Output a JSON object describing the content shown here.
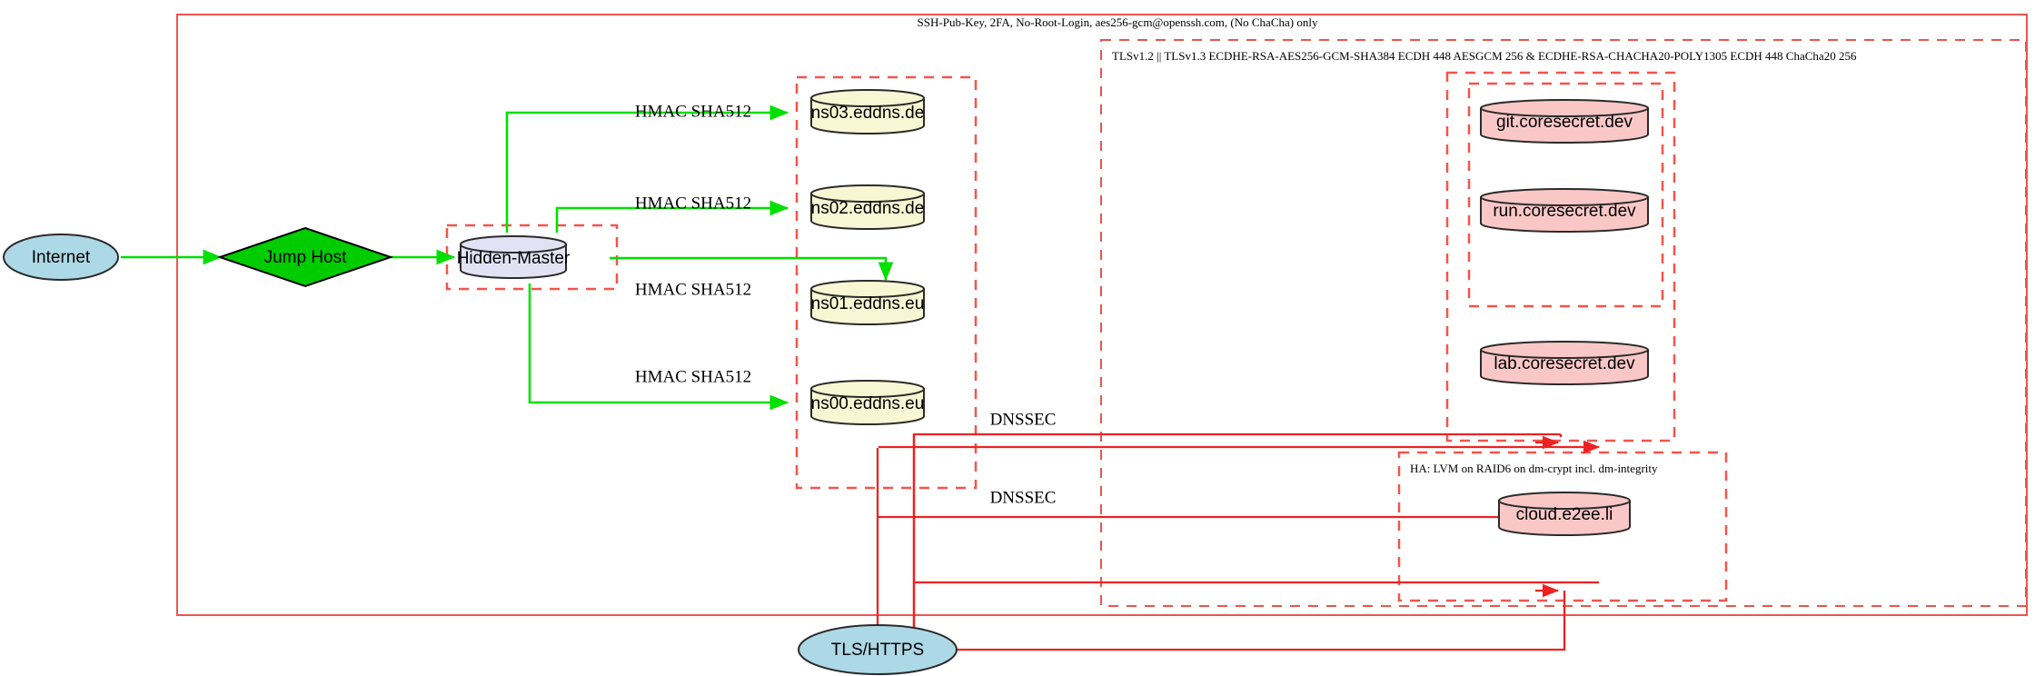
{
  "diagram": {
    "title_note": "Network / infrastructure topology diagram",
    "clusters": [
      {
        "id": "ssh",
        "label": "SSH-Pub-Key, 2FA, No-Root-Login, aes256-gcm@openssh.com, (No ChaCha) only",
        "color": "#ef5350",
        "style": "solid"
      },
      {
        "id": "tls",
        "label": "TLSv1.2 || TLSv1.3 ECDHE-RSA-AES256-GCM-SHA384 ECDH 448 AESGCM 256 & ECDHE-RSA-CHACHA20-POLY1305 ECDH 448 ChaCha20 256",
        "color": "#e8554d",
        "style": "dashed"
      },
      {
        "id": "ha",
        "label": "HA: LVM on RAID6 on dm-crypt incl. dm-integrity",
        "color": "#e8554d",
        "style": "dashed"
      },
      {
        "id": "dns",
        "label": "",
        "color": "#f4544c",
        "style": "dashed"
      },
      {
        "id": "hidden",
        "label": "",
        "color": "#f4544c",
        "style": "dashed"
      },
      {
        "id": "coresecret",
        "label": "",
        "color": "#f4544c",
        "style": "dashed"
      },
      {
        "id": "git-inner",
        "label": "",
        "color": "#f4544c",
        "style": "dashed"
      },
      {
        "id": "cloud-inner",
        "label": "",
        "color": "#f4544c",
        "style": "dashed"
      }
    ],
    "nodes": [
      {
        "id": "internet",
        "label": "Internet",
        "shape": "ellipse",
        "fill": "#add8e6"
      },
      {
        "id": "jumphost",
        "label": "Jump Host",
        "shape": "diamond",
        "fill": "#00cc00"
      },
      {
        "id": "hidden",
        "label": "Hidden-Master",
        "shape": "cylinder",
        "fill": "#e2e2f4"
      },
      {
        "id": "ns03",
        "label": "ns03.eddns.de",
        "shape": "cylinder",
        "fill": "#f7f7d4"
      },
      {
        "id": "ns02",
        "label": "ns02.eddns.de",
        "shape": "cylinder",
        "fill": "#f7f7d4"
      },
      {
        "id": "ns01",
        "label": "ns01.eddns.eu",
        "shape": "cylinder",
        "fill": "#f7f7d4"
      },
      {
        "id": "ns00",
        "label": "ns00.eddns.eu",
        "shape": "cylinder",
        "fill": "#f7f7d4"
      },
      {
        "id": "git",
        "label": "git.coresecret.dev",
        "shape": "cylinder",
        "fill": "#fac7c7"
      },
      {
        "id": "run",
        "label": "run.coresecret.dev",
        "shape": "cylinder",
        "fill": "#fac7c7"
      },
      {
        "id": "lab",
        "label": "lab.coresecret.dev",
        "shape": "cylinder",
        "fill": "#fac7c7"
      },
      {
        "id": "cloud",
        "label": "cloud.e2ee.li",
        "shape": "cylinder",
        "fill": "#fac7c7"
      },
      {
        "id": "tlshttps",
        "label": "TLS/HTTPS",
        "shape": "ellipse",
        "fill": "#add8e6"
      }
    ],
    "edges": [
      {
        "from": "internet",
        "to": "jumphost",
        "label": "",
        "color": "#00e000"
      },
      {
        "from": "jumphost",
        "to": "hidden",
        "label": "",
        "color": "#00e000"
      },
      {
        "from": "hidden",
        "to": "ns03",
        "label": "HMAC SHA512",
        "color": "#00e000"
      },
      {
        "from": "hidden",
        "to": "ns02",
        "label": "HMAC SHA512",
        "color": "#00e000"
      },
      {
        "from": "hidden",
        "to": "ns01",
        "label": "HMAC SHA512",
        "color": "#00e000"
      },
      {
        "from": "hidden",
        "to": "ns00",
        "label": "HMAC SHA512",
        "color": "#00e000"
      },
      {
        "from": "tlshttps",
        "to": "coresecret",
        "label": "DNSSEC",
        "color": "#ee2222"
      },
      {
        "from": "tlshttps",
        "to": "cloud",
        "label": "DNSSEC",
        "color": "#ee2222"
      }
    ],
    "edge_labels": {
      "hmac": "HMAC SHA512",
      "dnssec": "DNSSEC"
    },
    "colors": {
      "green_edge": "#00e000",
      "red_edge": "#ee2222",
      "cluster_red": "#f4544c",
      "ellipse_fill": "#add8e6",
      "diamond_fill": "#00cc00",
      "cyl_lavender": "#e2e2f4",
      "cyl_yellow": "#f7f7d4",
      "cyl_pink": "#fac7c7",
      "stroke": "#2b2b2b"
    }
  }
}
